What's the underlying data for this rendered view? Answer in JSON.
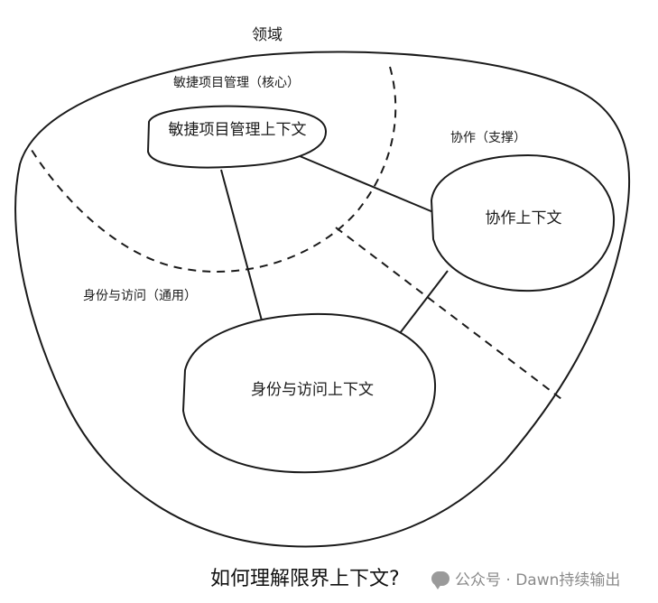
{
  "diagram": {
    "domain_label": "领域",
    "subdomains": {
      "core": "敏捷项目管理（核心）",
      "support": "协作（支撑）",
      "generic": "身份与访问（通用）"
    },
    "contexts": {
      "agile": "敏捷项目管理上下文",
      "collab": "协作上下文",
      "identity": "身份与访问上下文"
    }
  },
  "caption": "如何理解限界上下文?",
  "watermark": "公众号 · Dawn持续输出"
}
